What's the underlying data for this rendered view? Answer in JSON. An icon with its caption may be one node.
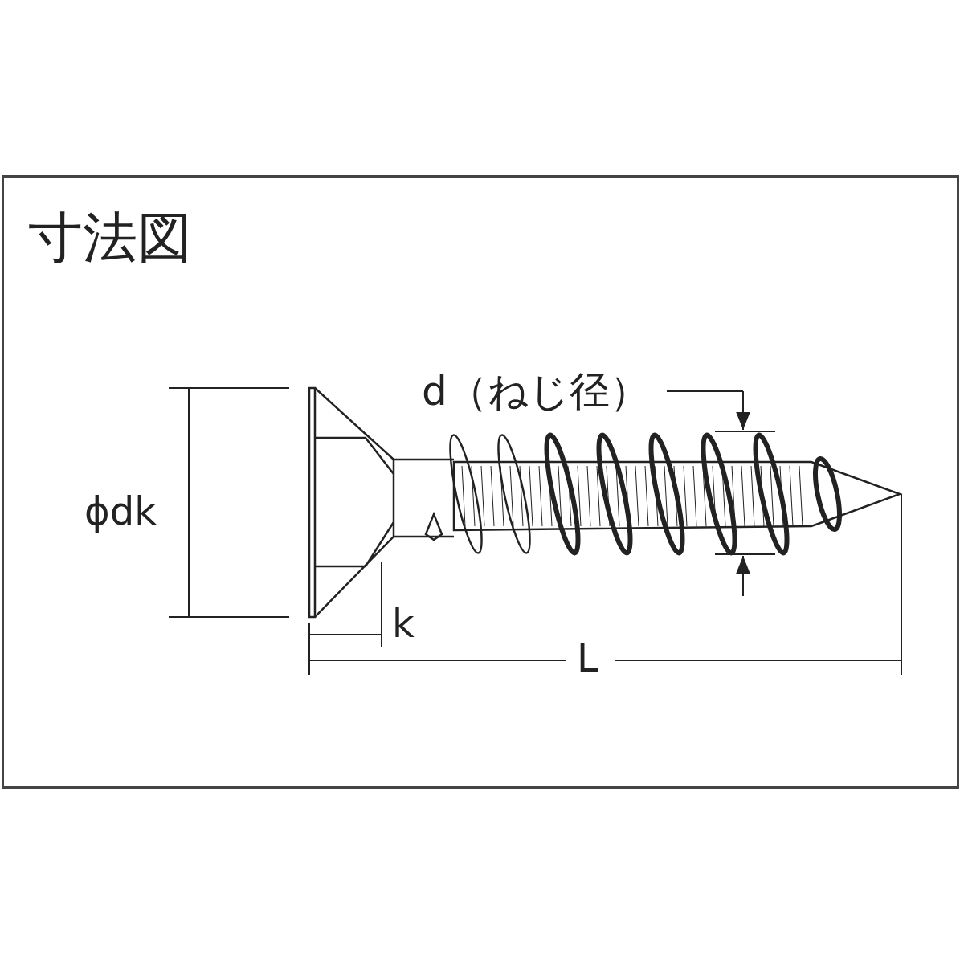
{
  "diagram": {
    "title": "寸法図",
    "labels": [
      "d（ねじ径）",
      "ϕdk",
      "k",
      "L"
    ]
  }
}
